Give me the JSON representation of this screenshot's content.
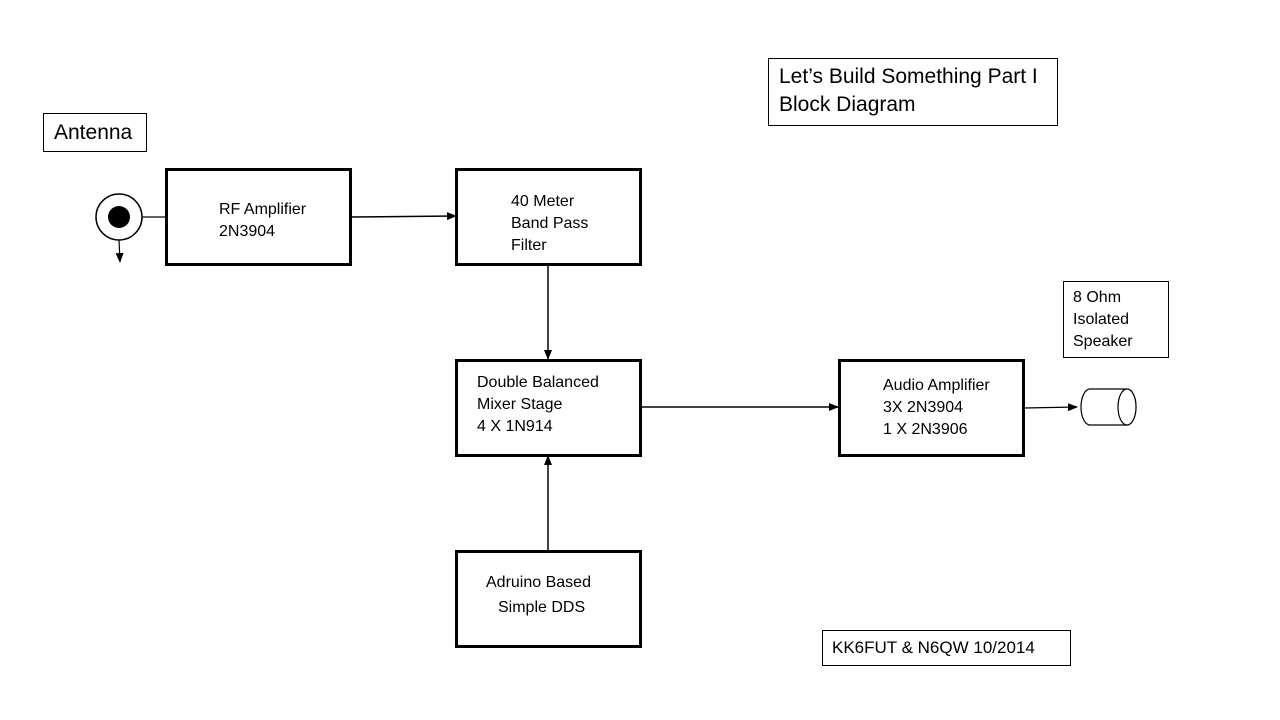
{
  "title": {
    "lines": [
      "Let’s Build Something Part I",
      "Block Diagram"
    ]
  },
  "antenna_label": "Antenna",
  "speaker_label": {
    "lines": [
      "8 Ohm",
      "Isolated",
      "Speaker"
    ]
  },
  "credit": "KK6FUT & N6QW 10/2014",
  "blocks": {
    "rf_amplifier": [
      "RF Amplifier",
      "2N3904"
    ],
    "band_pass_filter": [
      "40 Meter",
      "Band Pass",
      "Filter"
    ],
    "mixer": [
      "Double Balanced",
      "Mixer Stage",
      "4 X 1N914"
    ],
    "dds": [
      "Adruino Based",
      "Simple DDS"
    ],
    "audio_amplifier": [
      "Audio Amplifier",
      "3X 2N3904",
      "1 X 2N3906"
    ]
  }
}
